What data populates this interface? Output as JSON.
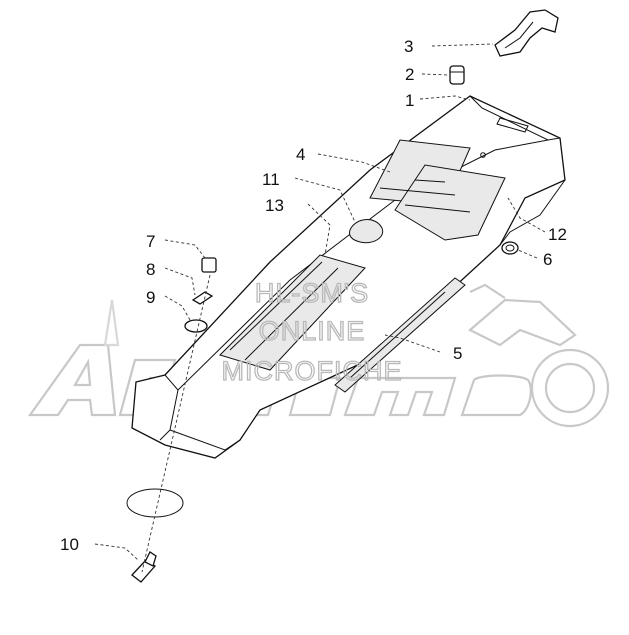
{
  "watermark": {
    "logo_text": "Arctic Cat",
    "lines": [
      "HL-SM'S",
      "ONLINE",
      "MICROFICHE"
    ]
  },
  "callouts": [
    {
      "id": "c1",
      "label": "1"
    },
    {
      "id": "c2",
      "label": "2"
    },
    {
      "id": "c3",
      "label": "3"
    },
    {
      "id": "c4",
      "label": "4"
    },
    {
      "id": "c5",
      "label": "5"
    },
    {
      "id": "c6",
      "label": "6"
    },
    {
      "id": "c7",
      "label": "7"
    },
    {
      "id": "c8",
      "label": "8"
    },
    {
      "id": "c9",
      "label": "9"
    },
    {
      "id": "c10",
      "label": "10"
    },
    {
      "id": "c11",
      "label": "11"
    },
    {
      "id": "c12",
      "label": "12"
    },
    {
      "id": "c13",
      "label": "13"
    }
  ]
}
